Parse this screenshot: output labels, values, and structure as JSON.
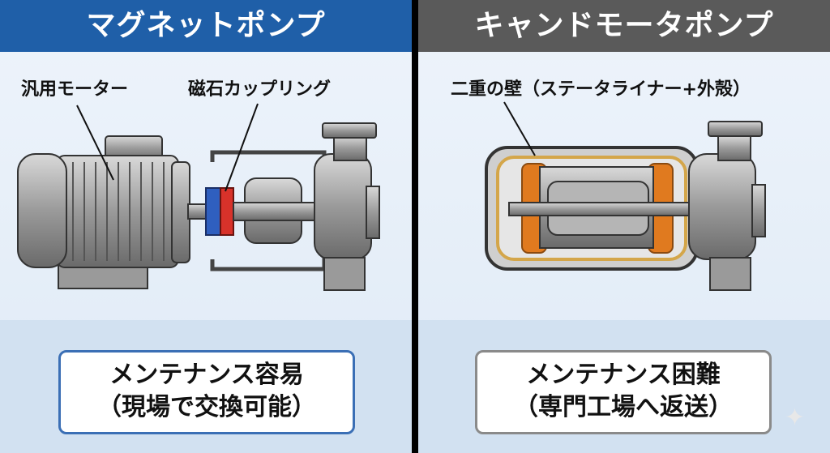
{
  "left": {
    "header": "マグネットポンプ",
    "label_motor": "汎用モーター",
    "label_coupling": "磁石カップリング",
    "box_line1": "メンテナンス容易",
    "box_line2": "（現場で交換可能）"
  },
  "right": {
    "header": "キャンドモータポンプ",
    "label_wall": "二重の壁（ステータライナー+外殻）",
    "box_line1": "メンテナンス困難",
    "box_line2": "（専門工場へ返送）"
  },
  "colors": {
    "left_header": "#1f5fa8",
    "right_header": "#5a5a5a",
    "magnet_blue": "#2f5fbf",
    "magnet_red": "#d8322a",
    "stator_orange": "#e07a1f"
  },
  "icons": {
    "sparkle": "sparkle-icon"
  }
}
